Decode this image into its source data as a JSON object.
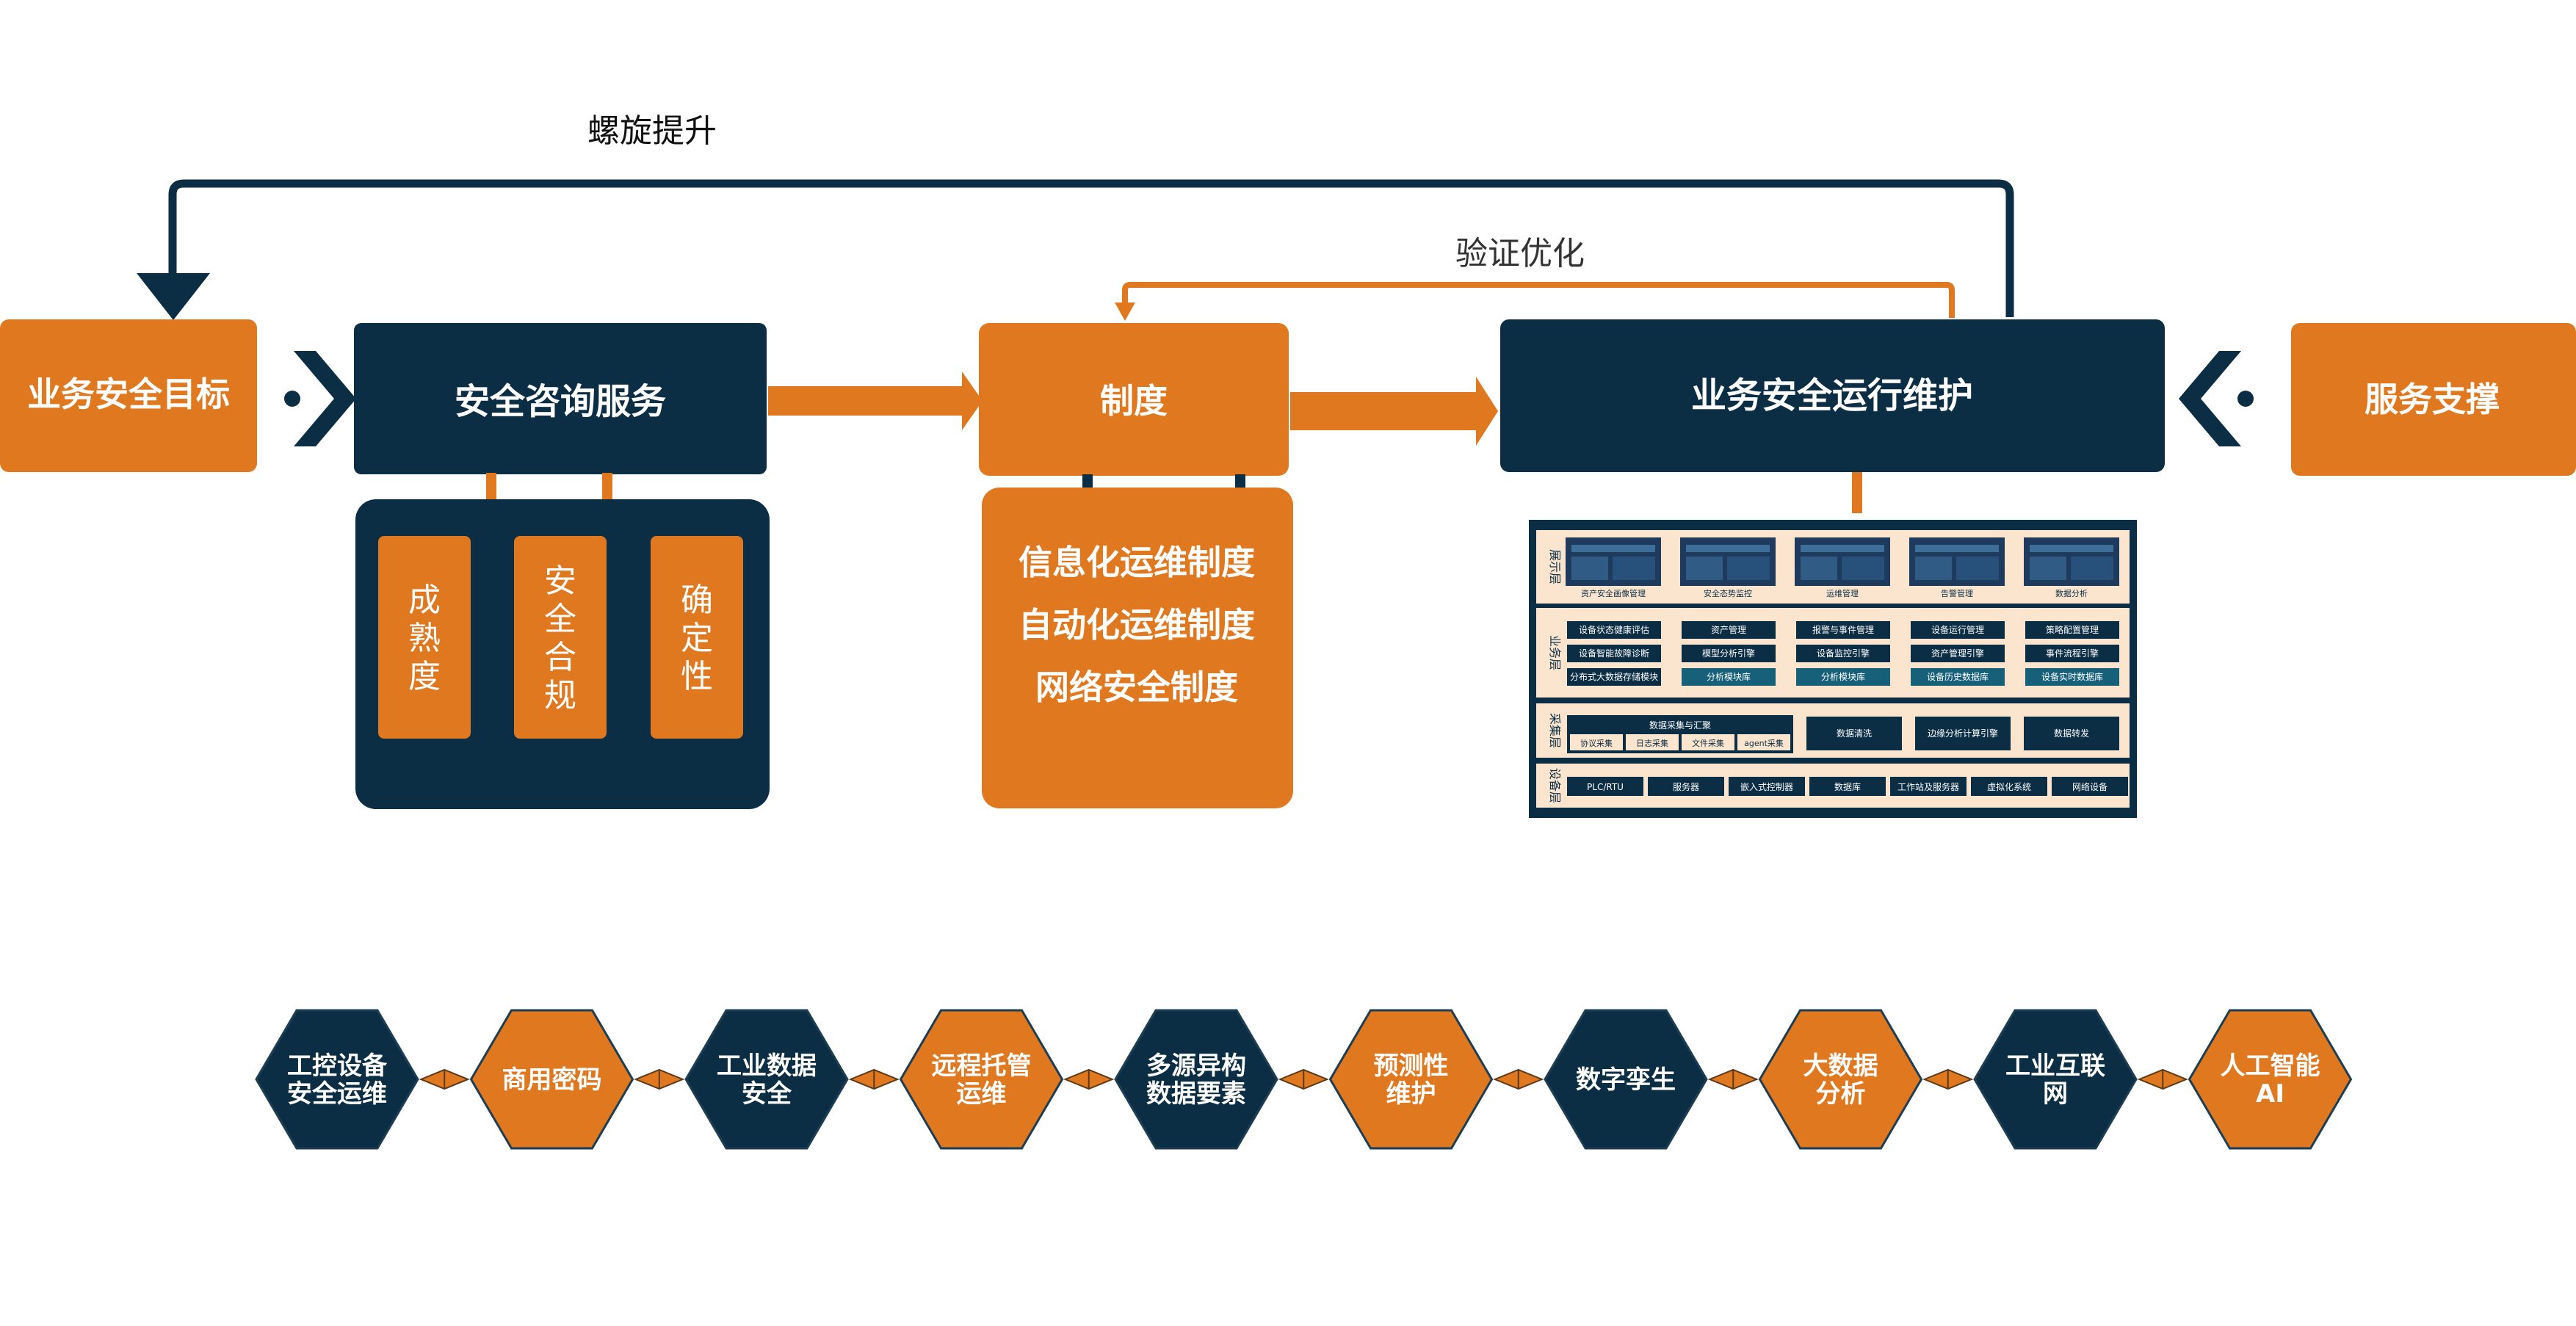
{
  "colors": {
    "navy": "#0b2e45",
    "orange": "#e0781f",
    "white": "#ffffff",
    "peach": "#fbe5cf"
  },
  "loop_labels": {
    "spiral": "螺旋提升",
    "verify": "验证优化"
  },
  "nodes": {
    "goal": "业务安全目标",
    "consult": "安全咨询服务",
    "system": "制度",
    "ops": "业务安全运行维护",
    "support": "服务支撑"
  },
  "consult_items": [
    "成\n熟\n度",
    "安\n全\n合\n规",
    "确\n定\n性"
  ],
  "system_items": [
    "信息化运维制度",
    "自动化运维制度",
    "网络安全制度"
  ],
  "ops_platform": {
    "layers": [
      "展示层",
      "业务层",
      "采集层",
      "设备层"
    ],
    "display_captions": [
      "资产安全画像管理",
      "安全态势监控",
      "运维管理",
      "告警管理",
      "数据分析"
    ],
    "business_rows": [
      [
        "设备状态健康评估",
        "资产管理",
        "报警与事件管理",
        "设备运行管理",
        "策略配置管理"
      ],
      [
        "设备智能故障诊断",
        "模型分析引擎",
        "设备监控引擎",
        "资产管理引擎",
        "事件流程引擎"
      ],
      [
        "分布式大数据存储模块",
        "分析模块库",
        "分析模块库",
        "设备历史数据库",
        "设备实时数据库"
      ]
    ],
    "collect_header": "数据采集与汇聚",
    "collect_items": [
      "协议采集",
      "日志采集",
      "文件采集",
      "agent采集"
    ],
    "collect_boxes": [
      "数据清洗",
      "边缘分析计算引擎",
      "数据转发"
    ],
    "device_items": [
      "PLC/RTU",
      "服务器",
      "嵌入式控制器",
      "数据库",
      "工作站及服务器",
      "虚拟化系统",
      "网络设备"
    ]
  },
  "hexagons": [
    {
      "lines": [
        "工控设备",
        "安全运维"
      ],
      "fill": "navy"
    },
    {
      "lines": [
        "商用密码"
      ],
      "fill": "orange"
    },
    {
      "lines": [
        "工业数据",
        "安全"
      ],
      "fill": "navy"
    },
    {
      "lines": [
        "远程托管",
        "运维"
      ],
      "fill": "orange"
    },
    {
      "lines": [
        "多源异构",
        "数据要素"
      ],
      "fill": "navy"
    },
    {
      "lines": [
        "预测性",
        "维护"
      ],
      "fill": "orange"
    },
    {
      "lines": [
        "数字孪生"
      ],
      "fill": "navy"
    },
    {
      "lines": [
        "大数据",
        "分析"
      ],
      "fill": "orange"
    },
    {
      "lines": [
        "工业互联",
        "网"
      ],
      "fill": "navy"
    },
    {
      "lines": [
        "人工智能",
        "AI"
      ],
      "fill": "orange"
    }
  ]
}
